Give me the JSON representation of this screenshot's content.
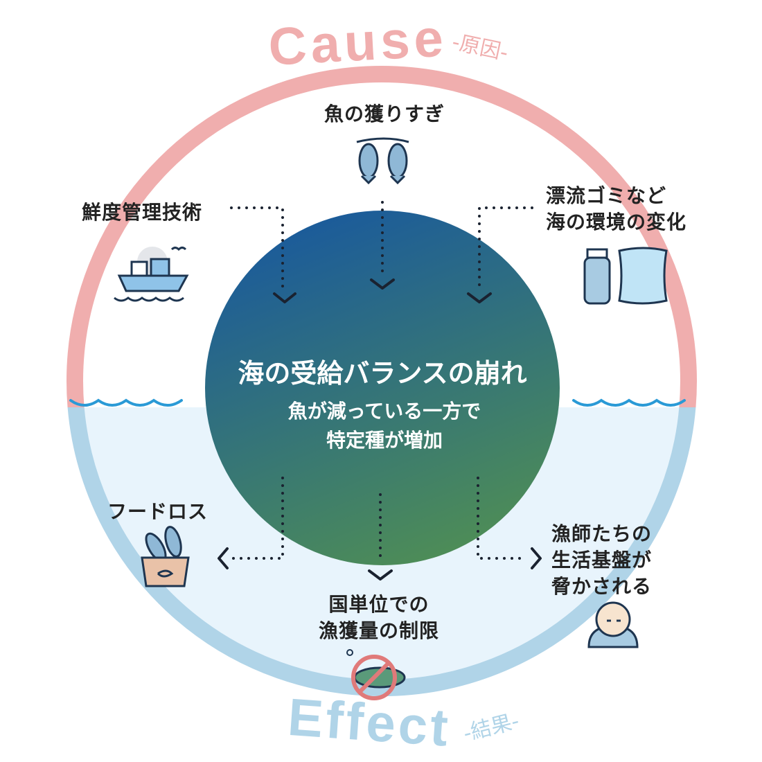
{
  "cause": {
    "title": "Cause",
    "subtitle": "-原因-"
  },
  "effect": {
    "title": "Effect",
    "subtitle": "-結果-"
  },
  "center": {
    "title": "海の受給バランスの崩れ",
    "line1": "魚が減っている一方で",
    "line2": "特定種が増加"
  },
  "causes": {
    "overfishing": "魚の獲りすぎ",
    "freshness": "鮮度管理技術",
    "environment_line1": "漂流ゴミなど",
    "environment_line2": "海の環境の変化"
  },
  "effects": {
    "food_loss": "フードロス",
    "limit_line1": "国単位での",
    "limit_line2": "漁獲量の制限",
    "fishers_line1": "漁師たちの",
    "fishers_line2": "生活基盤が",
    "fishers_line3": "脅かされる"
  },
  "colors": {
    "cause": "#f0aeae",
    "effect": "#b0d4e8",
    "water": "#e8f4fc",
    "center_top": "#1a5a9c",
    "center_bottom": "#4f8e55"
  }
}
